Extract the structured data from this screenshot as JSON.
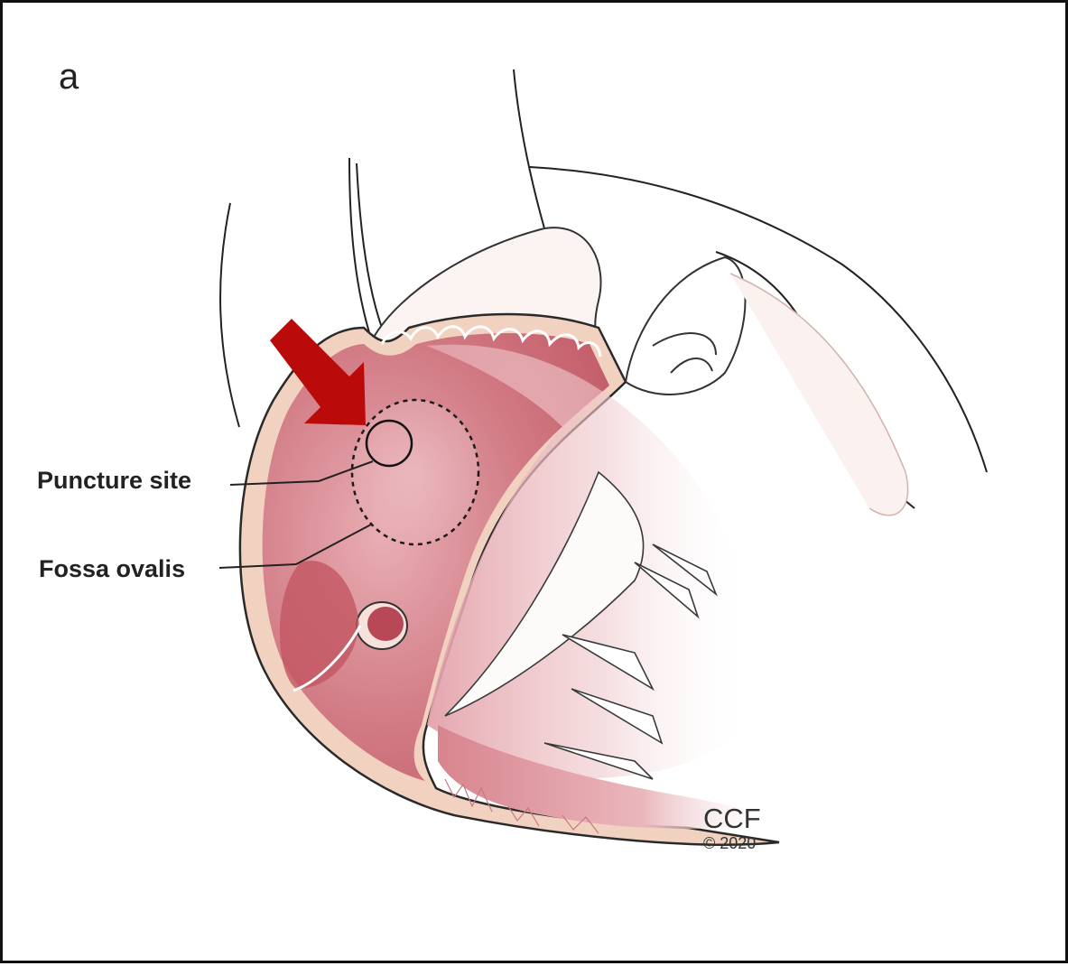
{
  "figure": {
    "panel_letter": "a",
    "labels": {
      "puncture_site": "Puncture site",
      "fossa_ovalis": "Fossa ovalis"
    },
    "credit": {
      "organization": "CCF",
      "copyright": "© 2020"
    },
    "colors": {
      "arrow": "#bb0a0a",
      "chamber_wall": "#f1d2c0",
      "tissue_dark": "#c95e6a",
      "tissue_light": "#efc6ca",
      "outline": "#1a1a1a"
    },
    "icons": [
      "pointer-arrow-icon"
    ]
  }
}
